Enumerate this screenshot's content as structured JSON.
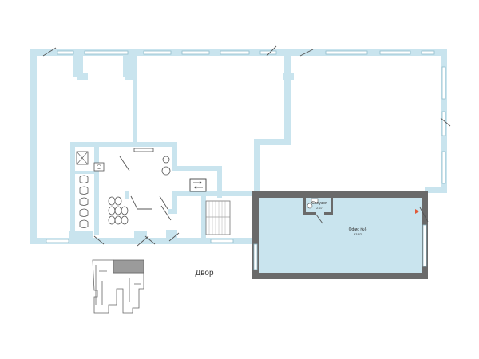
{
  "plan": {
    "office_label": "Офис №6",
    "office_area": "93.82",
    "bathroom_label": "Санузел",
    "bathroom_area": "2.67",
    "courtyard_label": "Двор"
  },
  "colors": {
    "wall": "#c9e4ee",
    "highlighted_wall": "#6a6a6a",
    "highlighted_fill": "#c9e4ee",
    "accent_marker": "#e05a3a",
    "minimap_building": "#ffffff",
    "minimap_highlight": "#9b9b9b"
  }
}
